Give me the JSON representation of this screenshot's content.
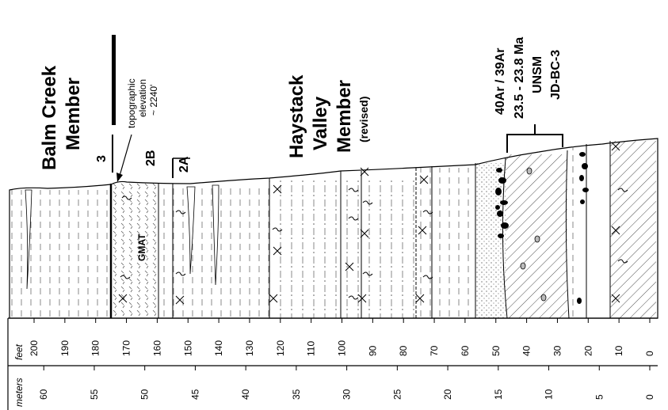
{
  "labels": {
    "balm_creek": "Balm Creek",
    "member_1": "Member",
    "haystack": "Haystack",
    "valley": "Valley",
    "member_2": "Member",
    "revised": "(revised)",
    "topo_1": "topographic",
    "topo_2": "elevation",
    "topo_3": "~ 2240'",
    "unit_3": "3",
    "unit_2b": "2B",
    "unit_2a": "2A",
    "gmat": "GMAT",
    "ar_date_1": "40Ar / 39Ar",
    "ar_date_2": "23.5 - 23.8 Ma",
    "ar_date_3": "UNSM",
    "ar_date_4": "JD-BC-3"
  },
  "scale": {
    "feet_label": "feet",
    "meters_label": "meters",
    "feet_ticks": [
      "200",
      "190",
      "180",
      "170",
      "160",
      "150",
      "140",
      "130",
      "120",
      "110",
      "100",
      "90",
      "80",
      "70",
      "60",
      "50",
      "40",
      "30",
      "20",
      "10",
      "0"
    ],
    "meter_ticks": [
      "60",
      "55",
      "50",
      "45",
      "40",
      "35",
      "30",
      "25",
      "20",
      "15",
      "10",
      "5",
      "0"
    ]
  }
}
